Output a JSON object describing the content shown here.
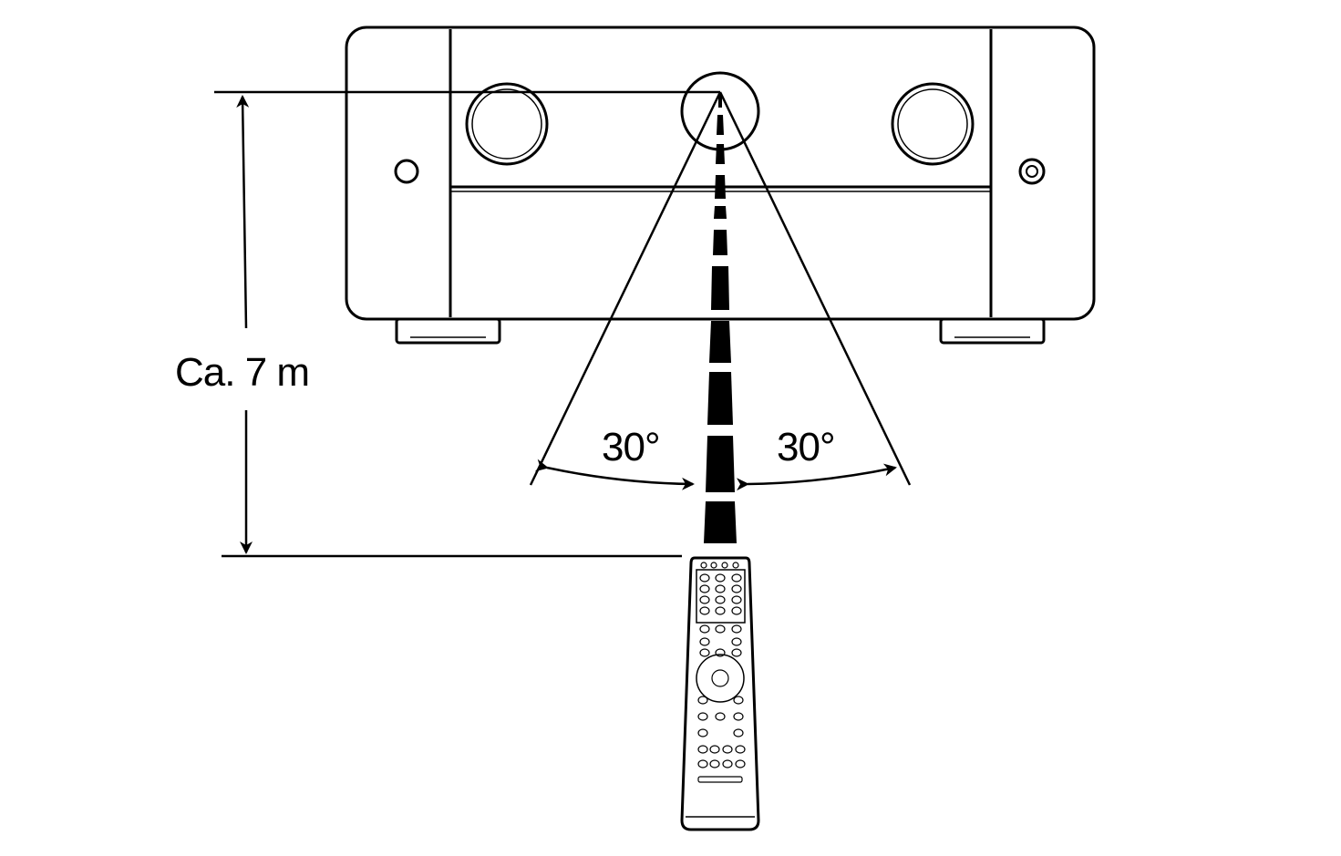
{
  "labels": {
    "distance": "Ca. 7 m",
    "angle_left": "30°",
    "angle_right": "30°"
  },
  "colors": {
    "stroke": "#000000",
    "background": "#ffffff"
  },
  "icons": [
    "receiver-unit",
    "remote-control",
    "ir-beam"
  ]
}
